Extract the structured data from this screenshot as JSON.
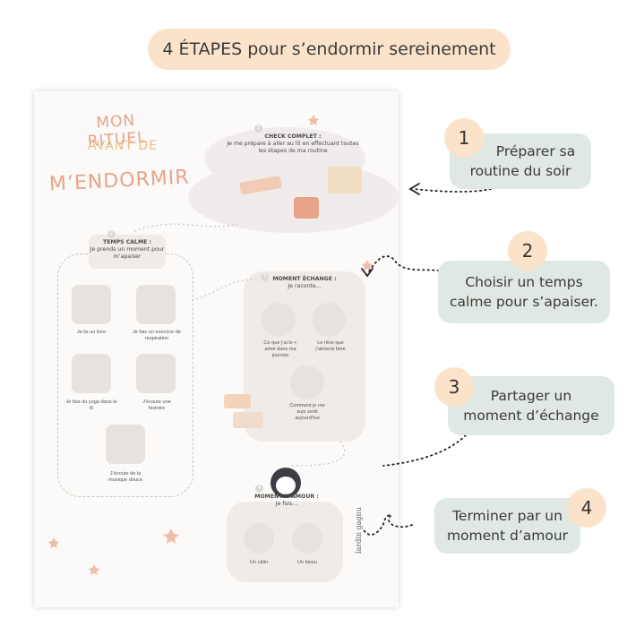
{
  "header": {
    "title": "4 ÉTAPES pour s’endormir sereinement"
  },
  "poster": {
    "title_lines": [
      "MON RITUEL",
      "AVANT DE",
      "M’ENDORMIR"
    ],
    "step1": {
      "num": "1",
      "heading": "CHECK COMPLET :",
      "text": "Je me prépare à aller au lit en effectuant toutes les étapes de ma routine"
    },
    "step2": {
      "num": "2",
      "heading": "TEMPS CALME :",
      "text": "Je prends un moment pour m’apaiser",
      "items": [
        "Je lis un livre",
        "Je fais un exercice de respiration",
        "Je fais du yoga dans le lit",
        "J’écoute une histoire",
        "J’écoute de la musique douce"
      ]
    },
    "step3": {
      "num": "3",
      "heading": "MOMENT ÉCHANGE :",
      "text": "Je raconte...",
      "items": [
        "Ce que j’ai le + aimé dans ma journée",
        "Le rêve que j’aimerai faire",
        "Comment je me suis senti aujourd’hui"
      ]
    },
    "step4": {
      "num": "4",
      "heading": "MOMENT D’AMOUR :",
      "text": "Je fais...",
      "items": [
        "Un câlin",
        "Un bisou"
      ]
    },
    "signature": "lardin gagnu"
  },
  "steps": [
    {
      "num": "1",
      "label_line1": "Préparer sa",
      "label_line2": "routine du soir"
    },
    {
      "num": "2",
      "label_line1": "Choisir un temps",
      "label_line2": "calme pour s’apaiser."
    },
    {
      "num": "3",
      "label_line1": "Partager un",
      "label_line2": "moment d’échange"
    },
    {
      "num": "4",
      "label_line1": "Terminer par un",
      "label_line2": "moment d’amour"
    }
  ],
  "colors": {
    "pill": "#fbe3cb",
    "step_box": "#dfe8e2",
    "poster_bg": "#fbfaf8",
    "accent_peach": "#e6a48a",
    "accent_sand": "#e6c08c"
  }
}
